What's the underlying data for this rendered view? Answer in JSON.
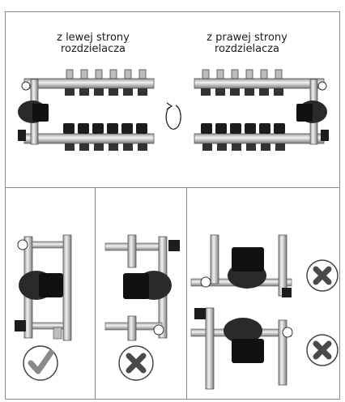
{
  "top_panel": {
    "left_caption": "z lewej strony\nrozdzielacza",
    "right_caption": "z prawej strony\nrozdzielacza",
    "rotation_icon": "rotate-clockwise-icon"
  },
  "bottom_panels": [
    {
      "icon": "checkmark-icon",
      "status": "correct",
      "color": "#8a8a8a"
    },
    {
      "icon": "cross-icon",
      "status": "incorrect",
      "color": "#4a4a4a"
    },
    {
      "icon": "cross-icon",
      "status": "incorrect",
      "color": "#4a4a4a"
    },
    {
      "icon": "cross-icon",
      "status": "incorrect",
      "color": "#4a4a4a"
    }
  ],
  "colors": {
    "frame": "#8a8a8a",
    "metal": "#c9c9c9",
    "pump": "#222222",
    "gauge": "#ffffff"
  }
}
